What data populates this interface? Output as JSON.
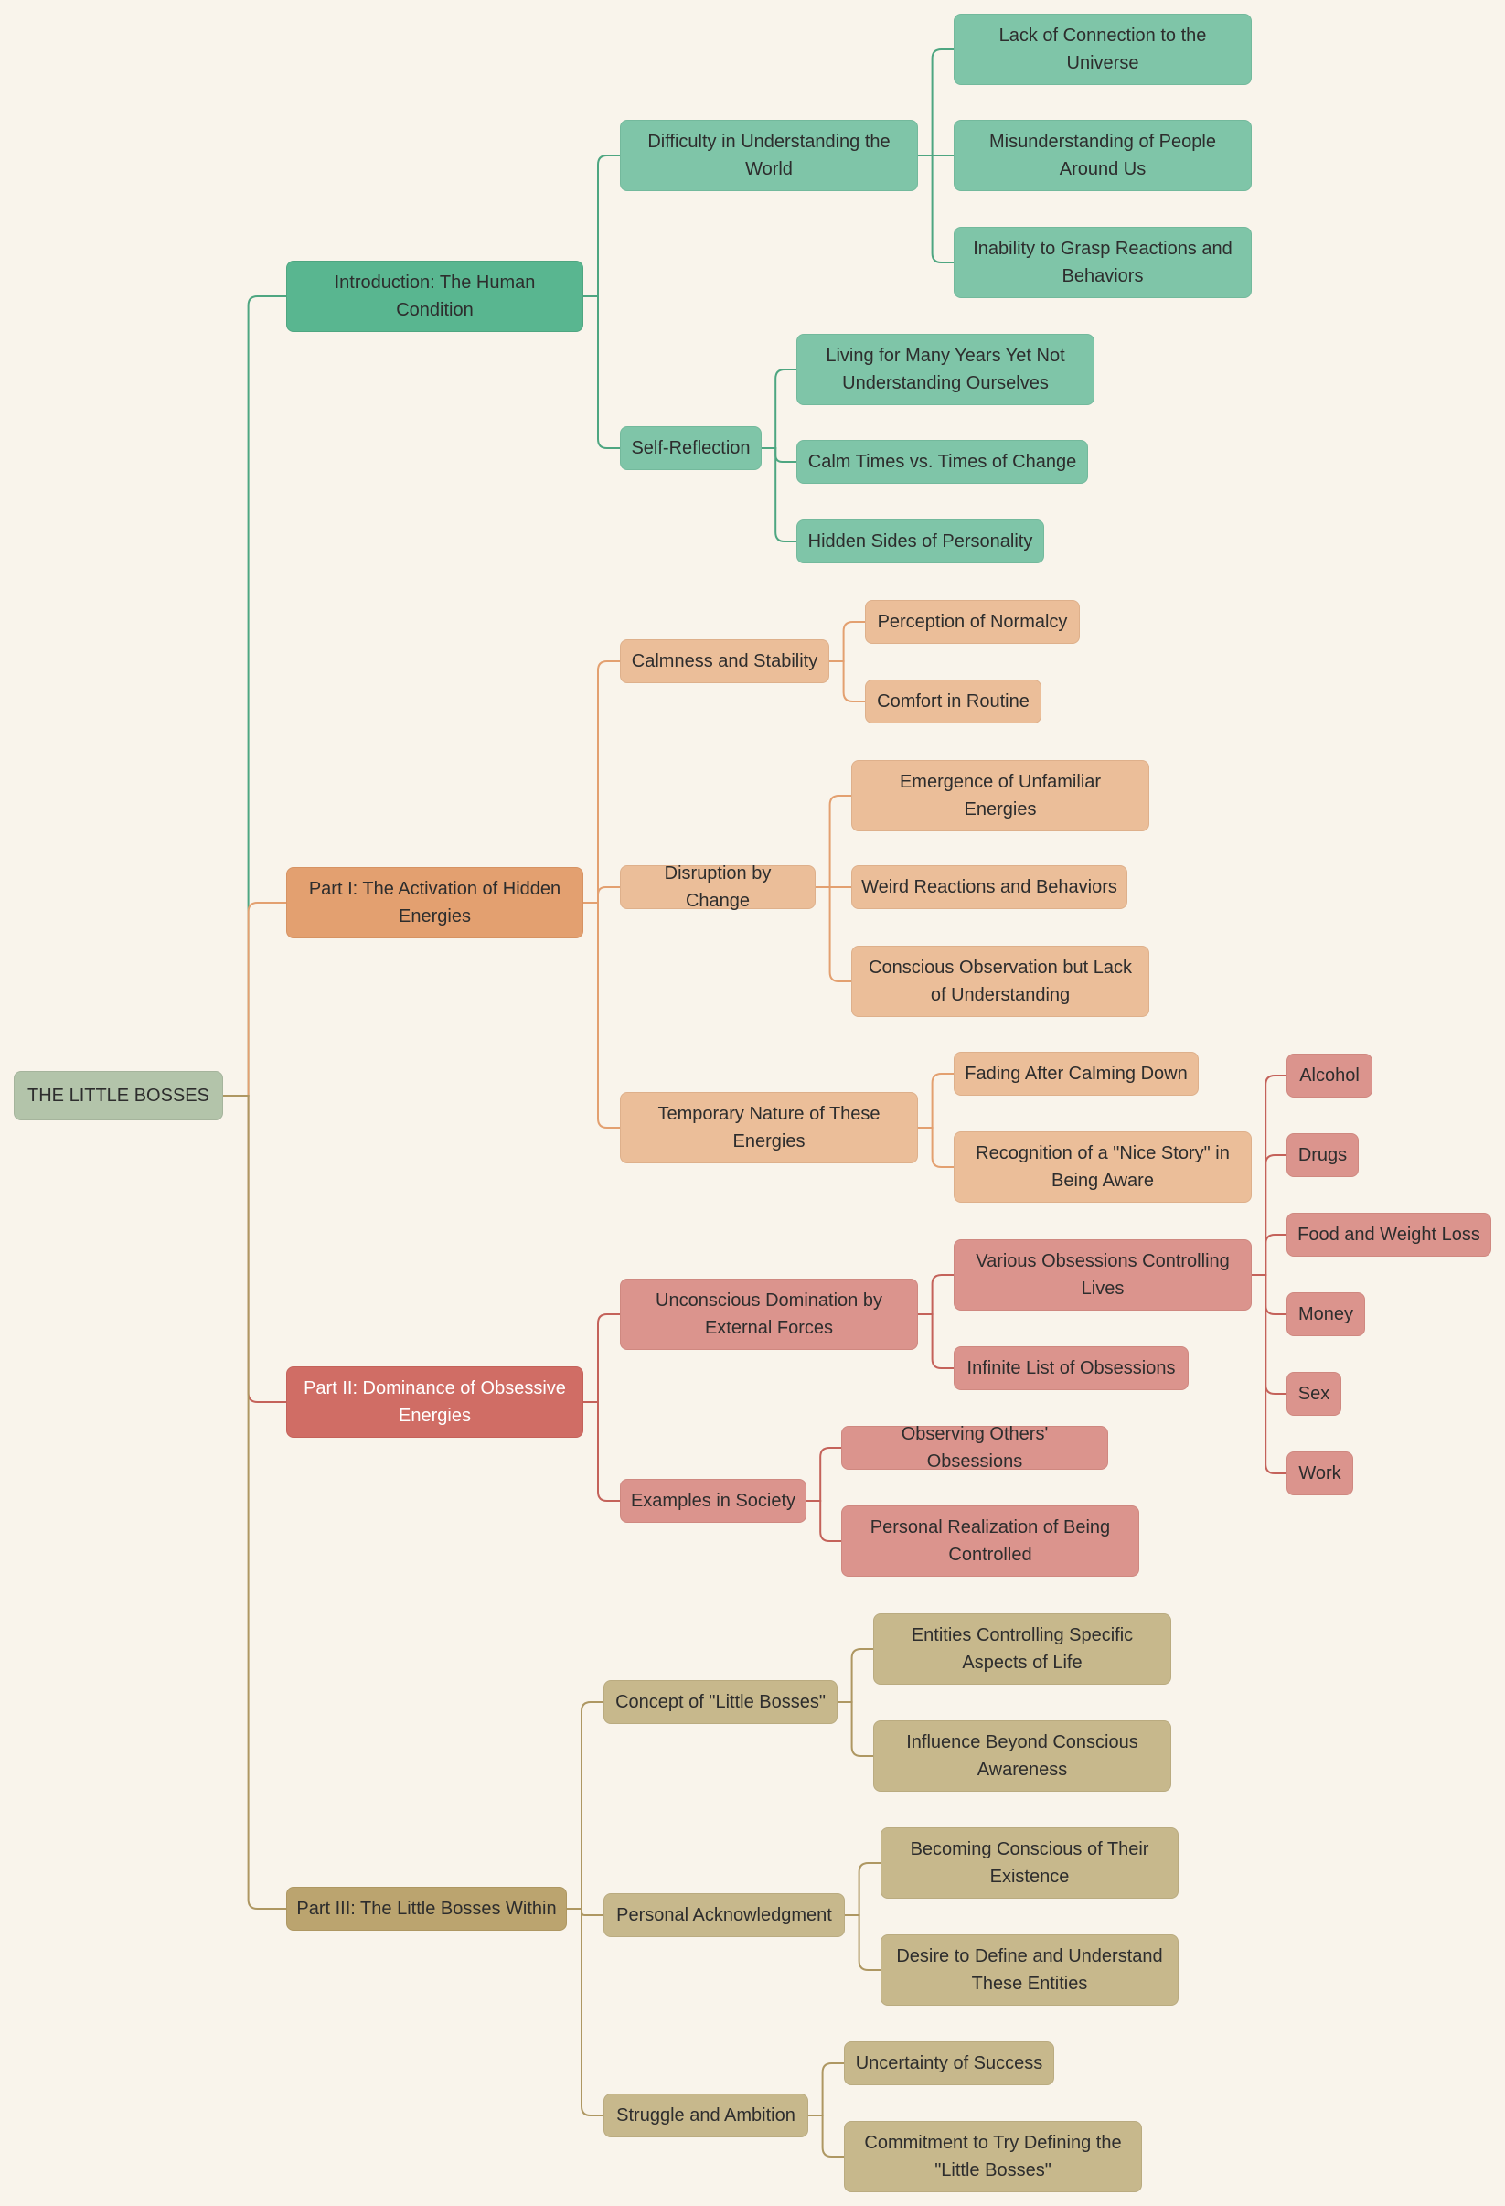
{
  "root": {
    "label": "THE LITTLE BOSSES",
    "children": [
      {
        "label": "Introduction: The Human Condition",
        "color": "green",
        "children": [
          {
            "label": "Difficulty in Understanding the World",
            "children": [
              {
                "label": "Lack of Connection to the Universe"
              },
              {
                "label": "Misunderstanding of People Around Us"
              },
              {
                "label": "Inability to Grasp Reactions and Behaviors"
              }
            ]
          },
          {
            "label": "Self-Reflection",
            "children": [
              {
                "label": "Living for Many Years Yet Not Understanding Ourselves"
              },
              {
                "label": "Calm Times vs. Times of Change"
              },
              {
                "label": "Hidden Sides of Personality"
              }
            ]
          }
        ]
      },
      {
        "label": "Part I: The Activation of Hidden Energies",
        "color": "orange",
        "children": [
          {
            "label": "Calmness and Stability",
            "children": [
              {
                "label": "Perception of Normalcy"
              },
              {
                "label": "Comfort in Routine"
              }
            ]
          },
          {
            "label": "Disruption by Change",
            "children": [
              {
                "label": "Emergence of Unfamiliar Energies"
              },
              {
                "label": "Weird Reactions and Behaviors"
              },
              {
                "label": "Conscious Observation but Lack of Understanding"
              }
            ]
          },
          {
            "label": "Temporary Nature of These Energies",
            "children": [
              {
                "label": "Fading After Calming Down"
              },
              {
                "label": "Recognition of a \"Nice Story\" in Being Aware"
              }
            ]
          }
        ]
      },
      {
        "label": "Part II: Dominance of Obsessive Energies",
        "color": "red",
        "children": [
          {
            "label": "Unconscious Domination by External Forces",
            "children": [
              {
                "label": "Various Obsessions Controlling Lives",
                "children": [
                  {
                    "label": "Alcohol"
                  },
                  {
                    "label": "Drugs"
                  },
                  {
                    "label": "Food and Weight Loss"
                  },
                  {
                    "label": "Money"
                  },
                  {
                    "label": "Sex"
                  },
                  {
                    "label": "Work"
                  }
                ]
              },
              {
                "label": "Infinite List of Obsessions"
              }
            ]
          },
          {
            "label": "Examples in Society",
            "children": [
              {
                "label": "Observing Others' Obsessions"
              },
              {
                "label": "Personal Realization of Being Controlled"
              }
            ]
          }
        ]
      },
      {
        "label": "Part III: The Little Bosses Within",
        "color": "tan",
        "children": [
          {
            "label": "Concept of \"Little Bosses\"",
            "children": [
              {
                "label": "Entities Controlling Specific Aspects of Life"
              },
              {
                "label": "Influence Beyond Conscious Awareness"
              }
            ]
          },
          {
            "label": "Personal Acknowledgment",
            "children": [
              {
                "label": "Becoming Conscious of Their Existence"
              },
              {
                "label": "Desire to Define and Understand These Entities"
              }
            ]
          },
          {
            "label": "Struggle and Ambition",
            "children": [
              {
                "label": "Uncertainty of Success"
              },
              {
                "label": "Commitment to Try Defining the \"Little Bosses\""
              }
            ]
          }
        ]
      }
    ]
  },
  "branch_colors": {
    "green": "#59b690",
    "orange": "#e3a070",
    "red": "#d06d65",
    "tan": "#bba46f",
    "root": "#b3c4aa"
  }
}
